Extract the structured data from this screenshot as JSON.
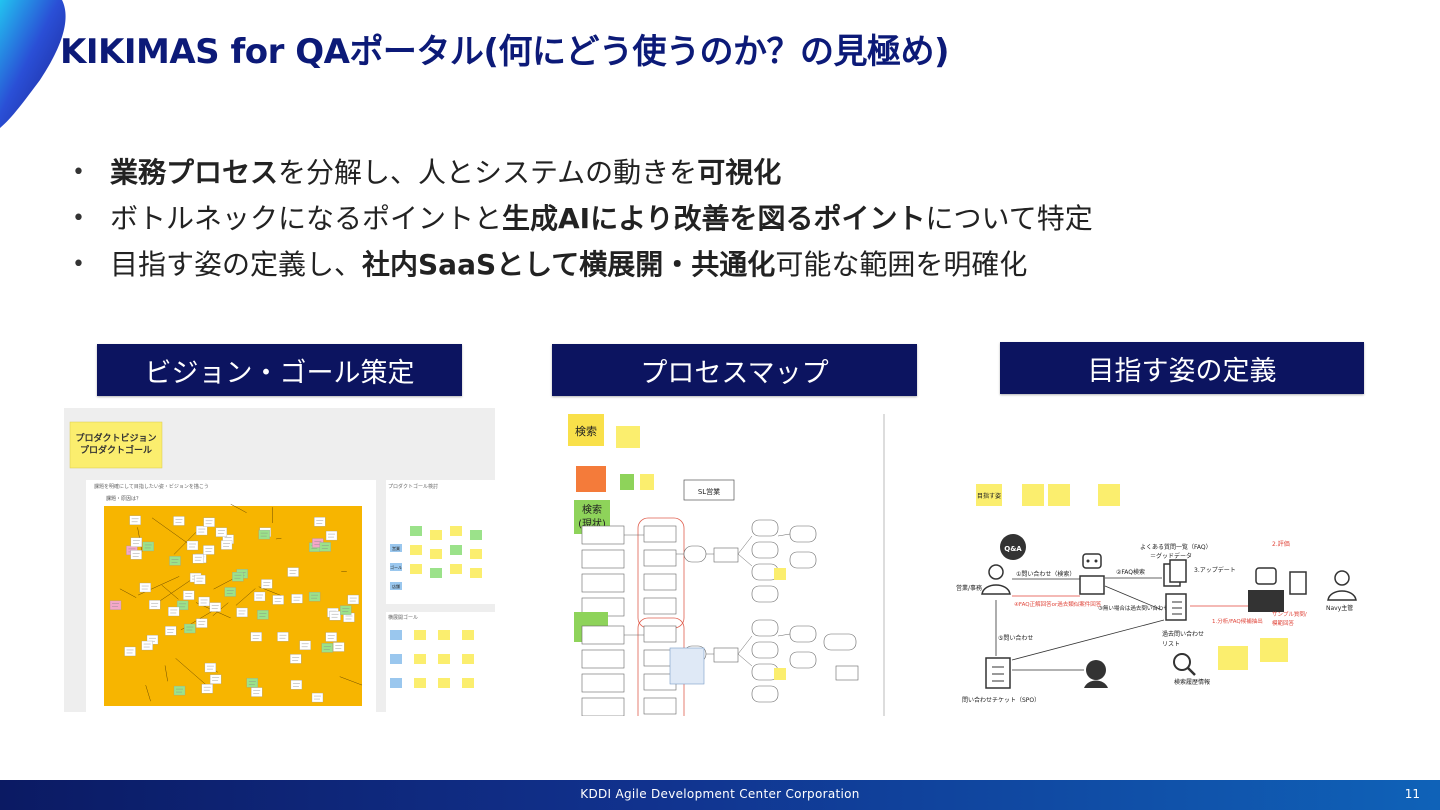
{
  "slide": {
    "title": "KIKIMAS for QAポータル(何にどう使うのか？の見極め)",
    "bullets": [
      {
        "b1": "業務プロセス",
        "t1": "を分解し、人とシステムの動きを",
        "b2": "可視化",
        "t2": ""
      },
      {
        "b1": "",
        "t1": "ボトルネックになるポイントと",
        "b2": "生成AIにより改善を図るポイント",
        "t2": "について特定"
      },
      {
        "b1": "",
        "t1": "目指す姿の定義し、",
        "b2": "社内SaaSとして横展開・共通化",
        "t2": "可能な範囲を明確化"
      }
    ],
    "sections": [
      {
        "label": "ビジョン・ゴール策定"
      },
      {
        "label": "プロセスマップ"
      },
      {
        "label": "目指す姿の定義"
      }
    ]
  },
  "vision_board": {
    "sticky_line1": "プロダクトビジョン",
    "sticky_line2": "プロダクトゴール",
    "frame_caption": "課題を明確にして目指したい姿・ビジョンを描こう",
    "inner_caption": "課題・原因は？",
    "right_caption_top": "プロダクトゴール検討",
    "right_caption_bottom": "横展開ゴール",
    "row_labels": [
      "営業",
      "ゴール",
      "店舗"
    ]
  },
  "process_map": {
    "search_label": "検索",
    "current_label_1": "検索",
    "current_label_2": "(現状)",
    "lane_label": "SL営業"
  },
  "future_state": {
    "tag": "目指す姿",
    "qa_bubble": "Q&A",
    "actor_sales": "営業/事務",
    "actor_navy": "Navy主管",
    "step1": "①問い合わせ（検索）",
    "step2": "②FAQ検索",
    "step3": "③無い場合は過去問い合わせ検索",
    "step4": "④FAQ正解回答or過去類似案件回答",
    "step5": "⑤問い合わせ",
    "faq_title_1": "よくある質問一覧（FAQ）",
    "faq_title_2": "＝グッドデータ",
    "update_label": "3.アップデート",
    "eval_label": "2.評価",
    "extract_label": "1.分析/FAQ候補抽出",
    "past_list_1": "過去問い合わせ",
    "past_list_2": "リスト",
    "search_log": "検索履歴情報",
    "ticket": "問い合わせチケット（SPO）",
    "sample_1": "サンプル質問/",
    "sample_2": "模範回答"
  },
  "footer": {
    "company": "KDDI Agile Development Center Corporation",
    "page": "11"
  },
  "colors": {
    "title_blue": "#0c1a78",
    "label_navy": "#0c1460",
    "sticky_yellow": "#fbee6e",
    "board_orange": "#f7b500",
    "accent_red": "#e0453a"
  }
}
